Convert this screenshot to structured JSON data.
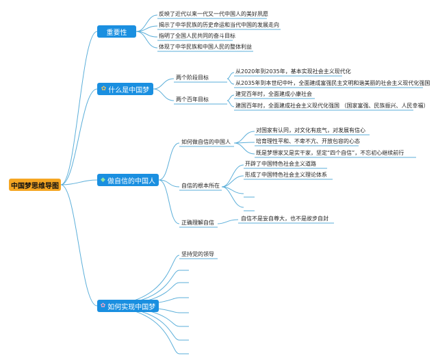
{
  "root": "中国梦思维导图",
  "colors": {
    "line": "#5aaed9",
    "root_bg": "#f5a623",
    "branch_bg": "#1a8fe0"
  },
  "branches": [
    {
      "label": "重要性",
      "icon": "",
      "items": [
        "反映了近代以来一代又一代中国人的美好夙愿",
        "揭示了中华民族的历史命运和当代中国的发展走向",
        "指明了全国人民共同的奋斗目标",
        "体现了中华民族和中国人民的整体利益"
      ]
    },
    {
      "label": "什么是中国梦",
      "icon": "puzzle-icon",
      "groups": [
        {
          "label": "两个阶段目标",
          "items": [
            "从2020年到2035年，基本实现社会主义现代化",
            "从2035年到本世纪中叶，全面建成富强民主文明和谐美丽的社会主义现代化强国"
          ]
        },
        {
          "label": "两个百年目标",
          "items": [
            "建党百年时，全面建成小康社会",
            "建国百年时，全面建成社会主义现代化强国 （国家富强、民族振兴、人民幸福）"
          ]
        }
      ]
    },
    {
      "label": "做自信的中国人",
      "icon": "gem-icon",
      "groups": [
        {
          "label": "如何做自信的中国人",
          "items": [
            "对国家有认同，对文化有底气，对发展有信心",
            "培育理性平和、不卑不亢、开放包容的心态",
            "既是梦想家又是实干家，坚定“四个自信”，不忘初心继续前行"
          ]
        },
        {
          "label": "自信的根本所在",
          "items": [
            "开辟了中国特色社会主义道路",
            "形成了中国特色社会主义理论体系",
            "",
            ""
          ]
        },
        {
          "label": "正确理解自信",
          "items": [
            "自信不是妄自尊大，也不是故步自封"
          ]
        }
      ]
    },
    {
      "label": "如何实现中国梦",
      "icon": "puzzle-icon",
      "items": [
        "坚持党的领导",
        "",
        "",
        "",
        "",
        "",
        "",
        ""
      ]
    }
  ]
}
